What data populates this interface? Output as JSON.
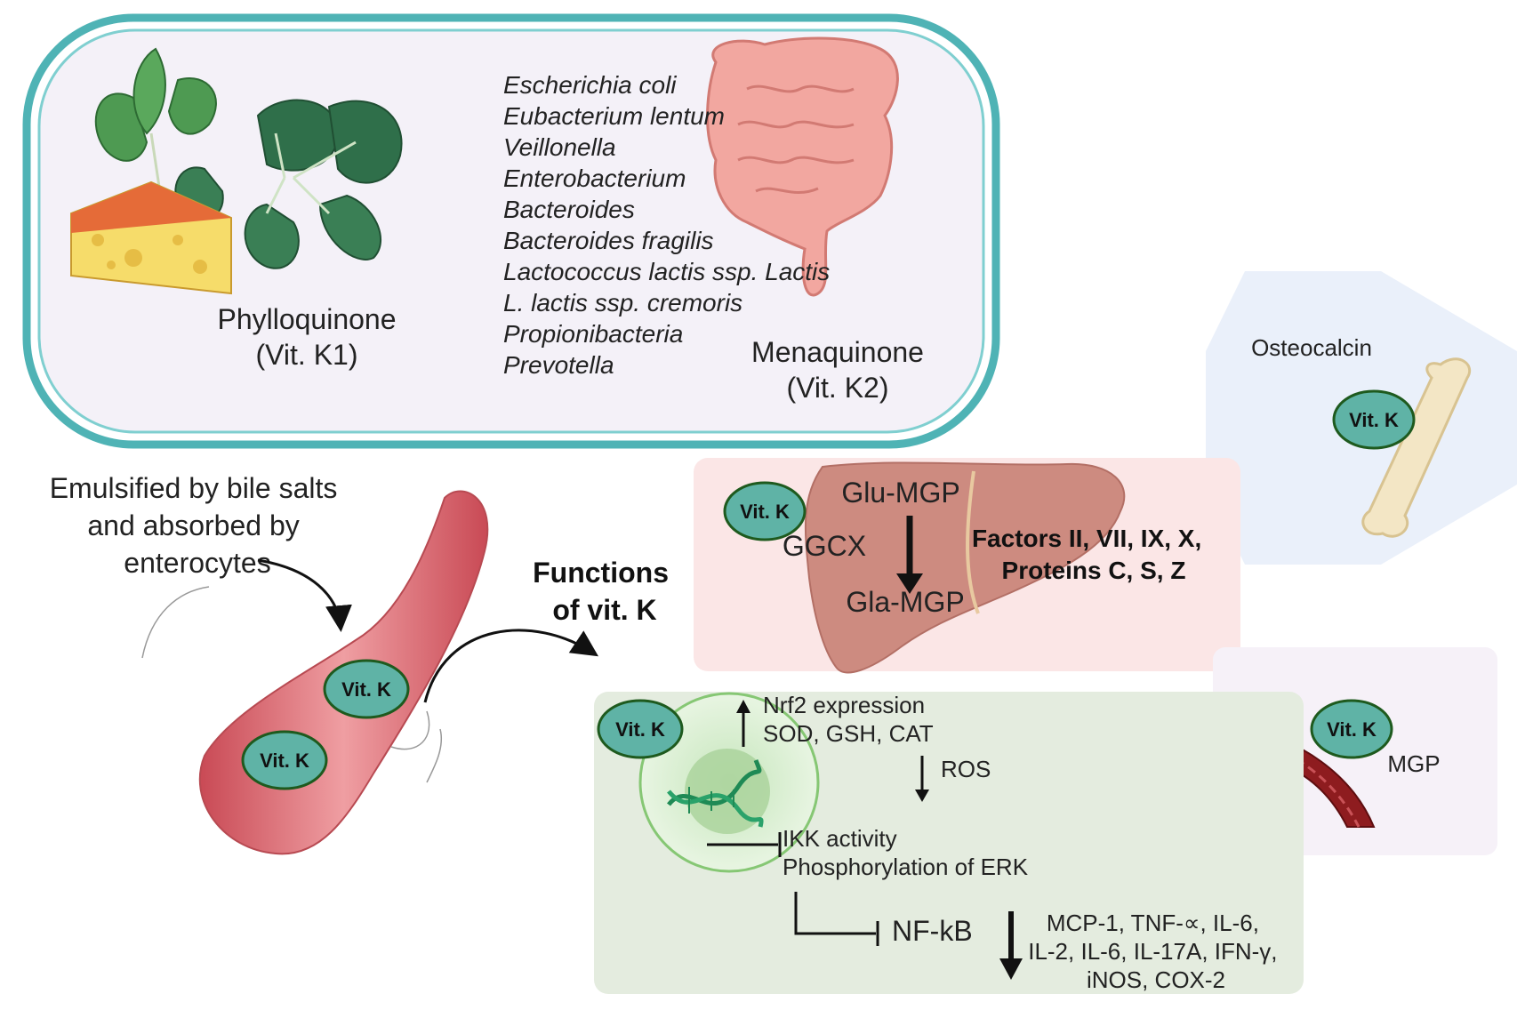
{
  "dietary_sources_box": {
    "k1_name": "Phylloquinone",
    "k1_abbrev": "(Vit. K1)",
    "bacteria": [
      "Escherichia coli",
      "Eubacterium lentum",
      "Veillonella",
      "Enterobacterium",
      "Bacteroides",
      "Bacteroides fragilis",
      "Lactococcus lactis ssp.  Lactis",
      "L. lactis ssp. cremoris",
      "Propionibacteria",
      "Prevotella"
    ],
    "k2_name": "Menaquinone",
    "k2_abbrev": "(Vit. K2)"
  },
  "absorption": {
    "lines": [
      "Emulsified by bile salts",
      "and absorbed by",
      "enterocytes"
    ],
    "vit_k_label": "Vit. K"
  },
  "functions": {
    "lines": [
      "Functions",
      "of vit. K"
    ]
  },
  "liver_panel": {
    "vit_k_label": "Vit. K",
    "substrate": "Glu-MGP",
    "enzyme": "GGCX",
    "product": "Gla-MGP",
    "factors_lines": [
      "Factors II, VII, IX, X,",
      "Proteins C, S, Z"
    ]
  },
  "bone_panel": {
    "protein": "Osteocalcin",
    "vit_k_label": "Vit. K"
  },
  "vessel_panel": {
    "vit_k_label": "Vit. K",
    "protein": "MGP"
  },
  "cell_panel": {
    "vit_k_label": "Vit. K",
    "nrf2": "Nrf2 expression",
    "antioxidants": "SOD, GSH, CAT",
    "ros": "ROS",
    "ikk": "IKK activity",
    "erk": "Phosphorylation of ERK",
    "nfkb": "NF-kB",
    "cytokine_lines": [
      "MCP-1, TNF-∝, IL-6,",
      "IL-2, IL-6, IL-17A, IFN-γ,",
      "iNOS, COX-2"
    ]
  },
  "colors": {
    "box_border": "#4fb3b5",
    "vit_k_fill": "#5fb3a6",
    "vit_k_stroke": "#1e5a1e",
    "liver_panel_bg": "#fbe6e6",
    "liver": "#cd8b80",
    "cell_panel_bg": "#e4ecdf",
    "bone_panel_bg": "#eaf0fa",
    "vessel_panel_bg": "#f6f1f8",
    "vessel_red": "#d9686e",
    "intestine": "#f2a7a0"
  }
}
